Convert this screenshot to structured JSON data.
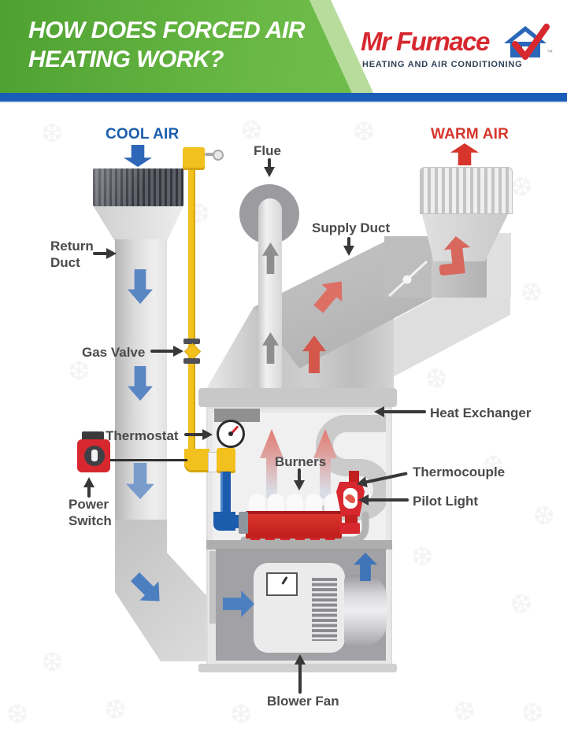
{
  "header": {
    "title_line1": "HOW DOES FORCED AIR",
    "title_line2": "HEATING WORK?",
    "brand": "Mr Furnace",
    "brand_tm": "™",
    "tagline": "HEATING AND AIR CONDITIONING"
  },
  "flow_labels": {
    "cool_air": "COOL AIR",
    "warm_air": "WARM AIR"
  },
  "part_labels": {
    "flue": "Flue",
    "supply_duct": "Supply Duct",
    "return_duct": "Return Duct",
    "gas_valve": "Gas Valve",
    "thermostat": "Thermostat",
    "power_switch": "Power Switch",
    "heat_exchanger": "Heat Exchanger",
    "burners": "Burners",
    "thermocouple": "Thermocouple",
    "pilot_light": "Pilot Light",
    "blower_fan": "Blower Fan"
  },
  "icons": {
    "snowflake": "❆"
  },
  "colors": {
    "header_green": "#63b441",
    "header_green_light": "#b7dc9b",
    "divider_blue": "#1a5cb8",
    "brand_red": "#d7282f",
    "brand_navy": "#2d4257",
    "cool_blue": "#1a5dad",
    "warm_red": "#d6362c",
    "flow_blue": "#5b86c4",
    "flow_salmon": "#dd6f65",
    "pipe_yellow": "#f2c11e",
    "pipe_blue": "#1b5cad",
    "label_gray": "#4a4a4a",
    "arrow_dark": "#383838"
  }
}
